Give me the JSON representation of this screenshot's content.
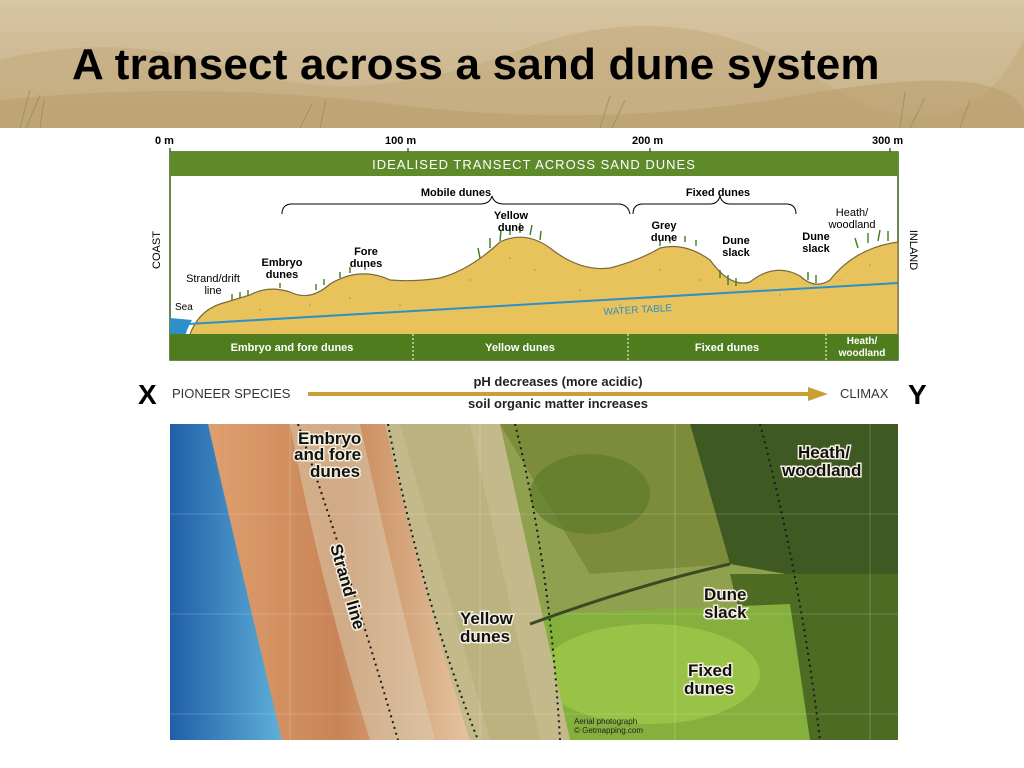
{
  "title": "A transect across a sand dune system",
  "scale": {
    "m0": "0 m",
    "m100": "100 m",
    "m200": "200 m",
    "m300": "300 m"
  },
  "banner": "IDEALISED TRANSECT ACROSS SAND DUNES",
  "side_labels": {
    "coast": "COAST",
    "inland": "INLAND",
    "sea": "Sea"
  },
  "groups": {
    "mobile": "Mobile dunes",
    "fixed": "Fixed dunes"
  },
  "profile_labels": {
    "strand1": "Strand/drift",
    "strand2": "line",
    "embryo1": "Embryo",
    "embryo2": "dunes",
    "fore1": "Fore",
    "fore2": "dunes",
    "yellow1": "Yellow",
    "yellow2": "dune",
    "grey1": "Grey",
    "grey2": "dune",
    "slack1a": "Dune",
    "slack1b": "slack",
    "slack2a": "Dune",
    "slack2b": "slack",
    "heath1": "Heath/",
    "heath2": "woodland"
  },
  "water_table": "WATER TABLE",
  "zones": [
    "Embryo and fore dunes",
    "Yellow dunes",
    "Fixed dunes",
    "Heath/\nwoodland"
  ],
  "zone_heath_1": "Heath/",
  "zone_heath_2": "woodland",
  "succession": {
    "x": "X",
    "y": "Y",
    "pioneer": "PIONEER SPECIES",
    "climax": "CLIMAX",
    "ph": "pH decreases (more acidic)",
    "organic": "soil organic matter increases"
  },
  "photo_labels": {
    "embryo1": "Embryo",
    "embryo2": "and fore",
    "embryo3": "dunes",
    "strand": "Strand line",
    "yellow1": "Yellow",
    "yellow2": "dunes",
    "heath1": "Heath/",
    "heath2": "woodland",
    "slack1": "Dune",
    "slack2": "slack",
    "fixed1": "Fixed",
    "fixed2": "dunes",
    "credit1": "Aerial photograph",
    "credit2": "© Getmapping.com"
  },
  "colors": {
    "banner_green": "#5e8a2a",
    "zone_green": "#4f7d1e",
    "sand": "#e8c25a",
    "water": "#2f8fc9",
    "arrow": "#c8a034"
  }
}
